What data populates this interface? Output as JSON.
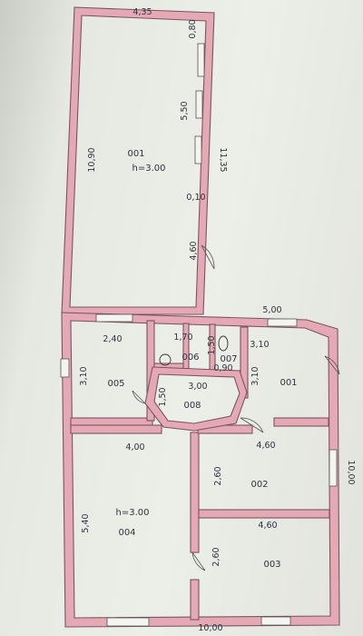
{
  "rooms": [
    {
      "id": "r001a",
      "name": "001",
      "height": "h=3.00"
    },
    {
      "id": "r005",
      "name": "005"
    },
    {
      "id": "r006",
      "name": "006"
    },
    {
      "id": "r007",
      "name": "007"
    },
    {
      "id": "r008",
      "name": "008"
    },
    {
      "id": "r001b",
      "name": "001"
    },
    {
      "id": "r004",
      "name": "004",
      "height": "h=3.00"
    },
    {
      "id": "r002",
      "name": "002"
    },
    {
      "id": "r003",
      "name": "003"
    }
  ],
  "dimensions": {
    "top_width": "4,35",
    "top_right_08": "0,80",
    "right_550": "5,50",
    "right_1135": "11,35",
    "right_010": "0,10",
    "right_460": "4,60",
    "left_1090": "10,90",
    "mid_500": "5,00",
    "d_240": "2,40",
    "d_170": "1,70",
    "d_150a": "1,50",
    "d_090": "0,90",
    "d_310a": "3,10",
    "d_310b": "3,10",
    "d_310c": "3,10",
    "d_300": "3,00",
    "d_150b": "1,50",
    "d_400": "4,00",
    "d_460a": "4,60",
    "d_260a": "2,60",
    "d_1000r": "10,00",
    "d_540": "5,40",
    "d_460b": "4,60",
    "d_260b": "2,60",
    "d_1000b": "10,00"
  }
}
